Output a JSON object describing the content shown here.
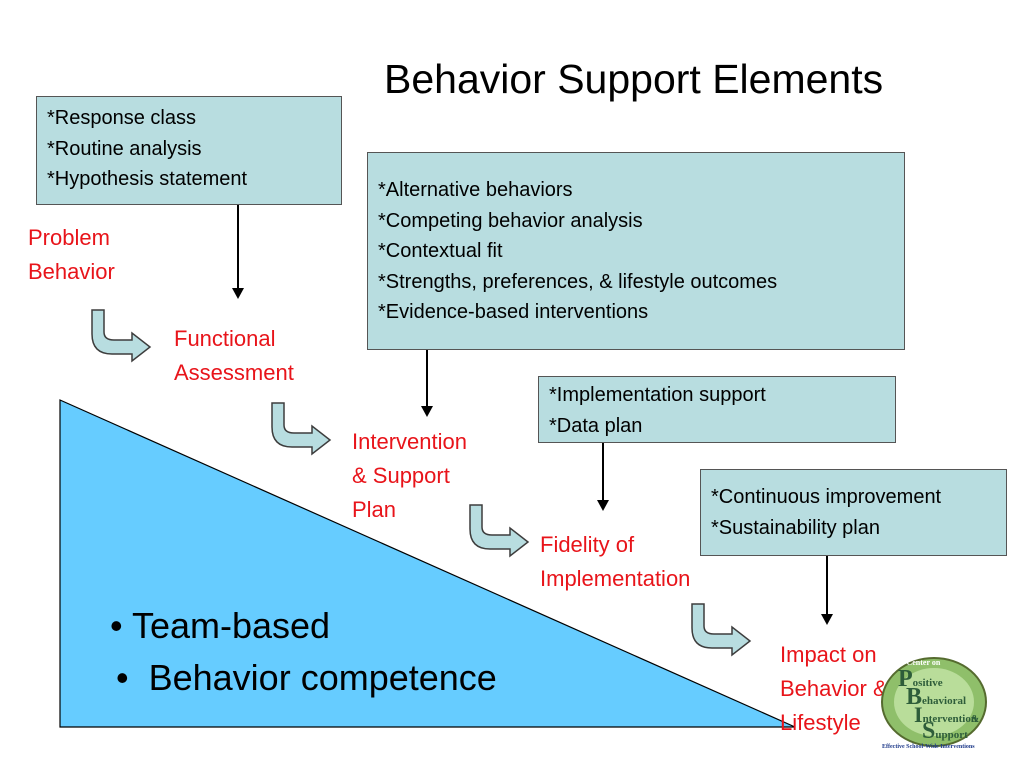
{
  "title": "Behavior Support Elements",
  "boxes": {
    "b1": [
      "*Response class",
      "*Routine analysis",
      "*Hypothesis statement"
    ],
    "b2": [
      "*Alternative behaviors",
      "*Competing behavior analysis",
      "*Contextual fit",
      "*Strengths, preferences, & lifestyle outcomes",
      "*Evidence-based interventions"
    ],
    "b3": [
      "*Implementation support",
      "*Data plan"
    ],
    "b4": [
      "*Continuous improvement",
      "*Sustainability plan"
    ]
  },
  "steps": {
    "s1": [
      "Problem",
      "Behavior"
    ],
    "s2": [
      "Functional",
      "Assessment"
    ],
    "s3": [
      "Intervention",
      "& Support",
      "Plan"
    ],
    "s4": [
      "Fidelity of",
      "Implementation"
    ],
    "s5": [
      "Impact on",
      "Behavior &",
      "Lifestyle"
    ]
  },
  "bullets": [
    "Team-based",
    "Behavior competence"
  ],
  "logo": {
    "top": "OSEP Center on",
    "p": "P",
    "p_rest": "ositive",
    "b": "B",
    "b_rest": "ehavioral",
    "i": "I",
    "i_rest": "ntervention",
    "amp": "&",
    "s": "S",
    "s_rest": "upport",
    "bottom": "Effective School-Wide Interventions"
  },
  "colors": {
    "box_fill": "#b8dde0",
    "step_text": "#e8141a",
    "triangle": "#66ccff",
    "curved_arrow": "#b8dde0"
  }
}
